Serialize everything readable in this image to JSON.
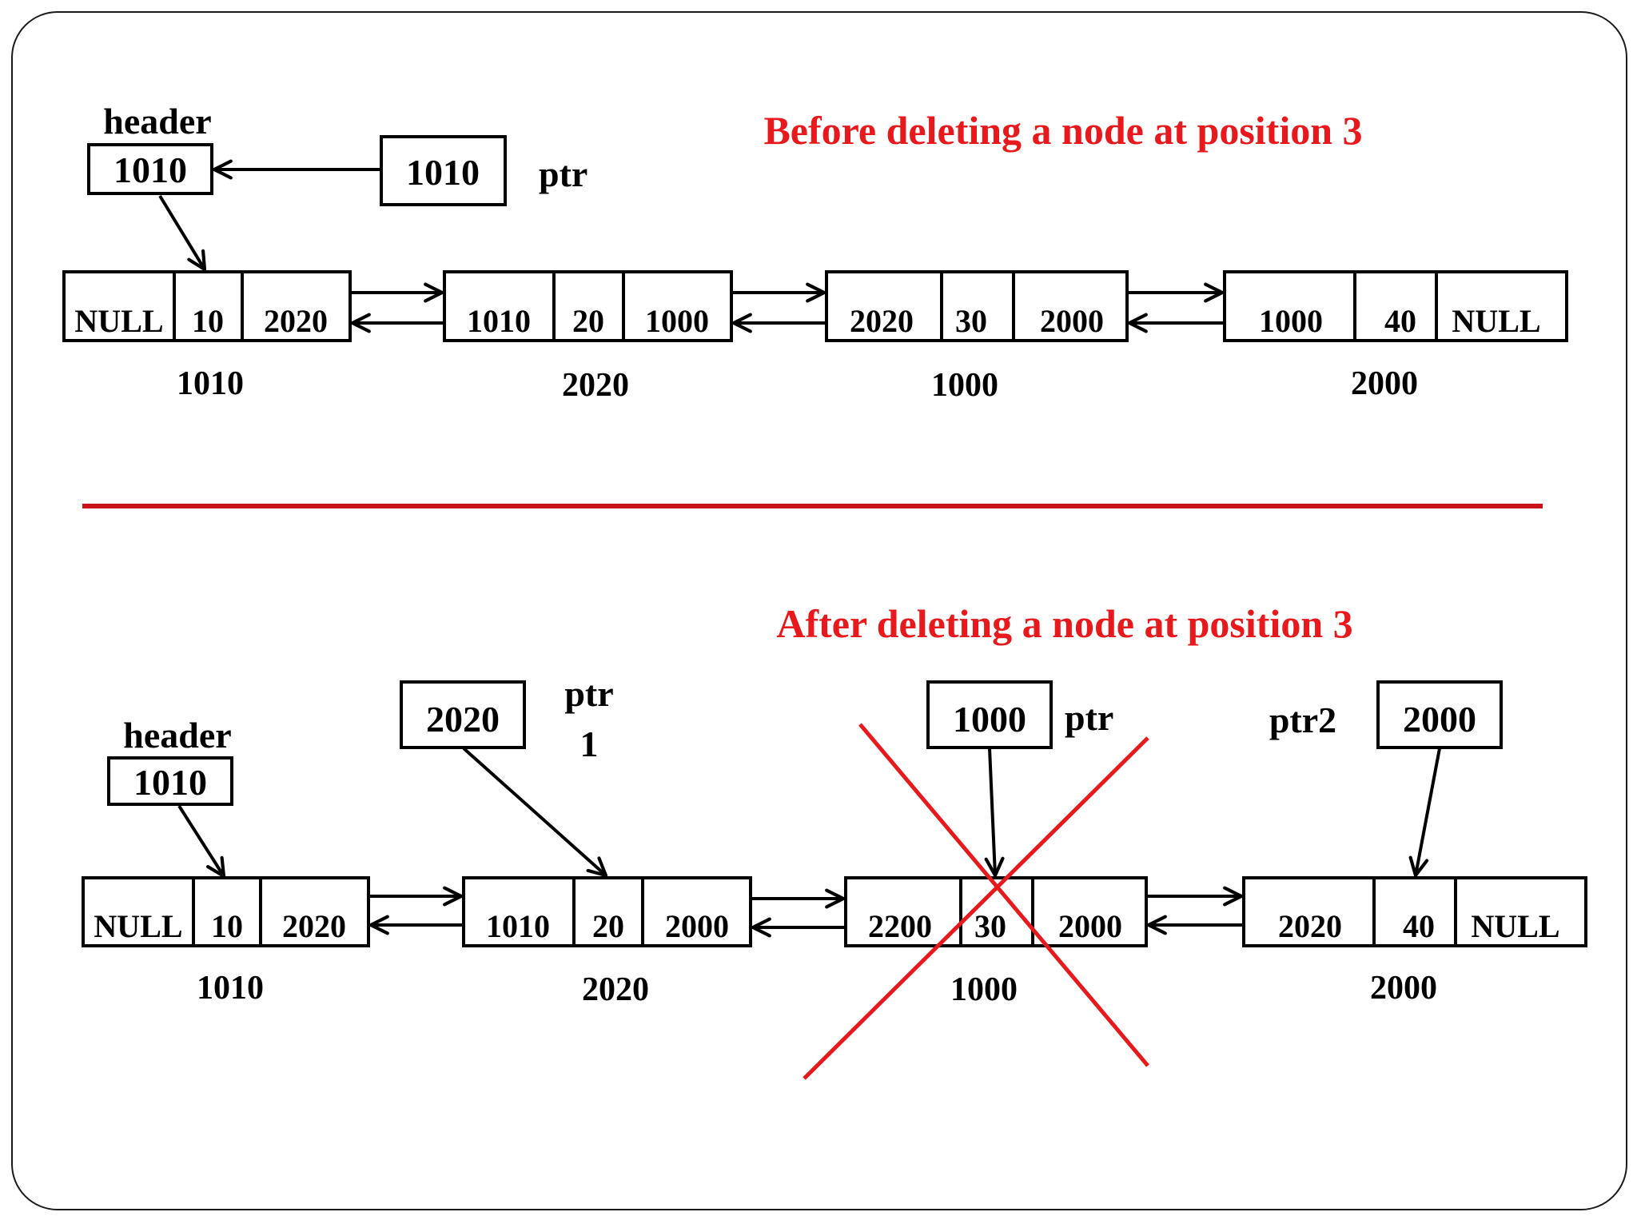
{
  "before": {
    "title": "Before deleting  a node at position  3",
    "header_label": "header",
    "header_value": "1010",
    "ptr_value": "1010",
    "ptr_label": "ptr",
    "nodes": [
      {
        "prev": "NULL",
        "data": "10",
        "next": "2020",
        "address": "1010"
      },
      {
        "prev": "1010",
        "data": "20",
        "next": "1000",
        "address": "2020"
      },
      {
        "prev": "2020",
        "data": "30",
        "next": "2000",
        "address": "1000"
      },
      {
        "prev": "1000",
        "data": "40",
        "next": "NULL",
        "address": "2000"
      }
    ]
  },
  "after": {
    "title": "After deleting a node at position 3",
    "header_label": "header",
    "header_value": "1010",
    "ptr1_value": "2020",
    "ptr1_label_line1": "ptr",
    "ptr1_label_line2": "1",
    "ptr_value": "1000",
    "ptr_label": "ptr",
    "ptr2_label": "ptr2",
    "ptr2_value": "2000",
    "nodes": [
      {
        "prev": "NULL",
        "data": "10",
        "next": "2020",
        "address": "1010"
      },
      {
        "prev": "1010",
        "data": "20",
        "next": "2000",
        "address": "2020"
      },
      {
        "prev": "2200",
        "data": "30",
        "next": "2000",
        "address": "1000"
      },
      {
        "prev": "2020",
        "data": "40",
        "next": "NULL",
        "address": "2000"
      }
    ],
    "deleted_node_index": 2
  },
  "colors": {
    "title": "#e8191c",
    "divider": "#c8141a",
    "cross": "#e8191c",
    "ink": "#000000"
  }
}
